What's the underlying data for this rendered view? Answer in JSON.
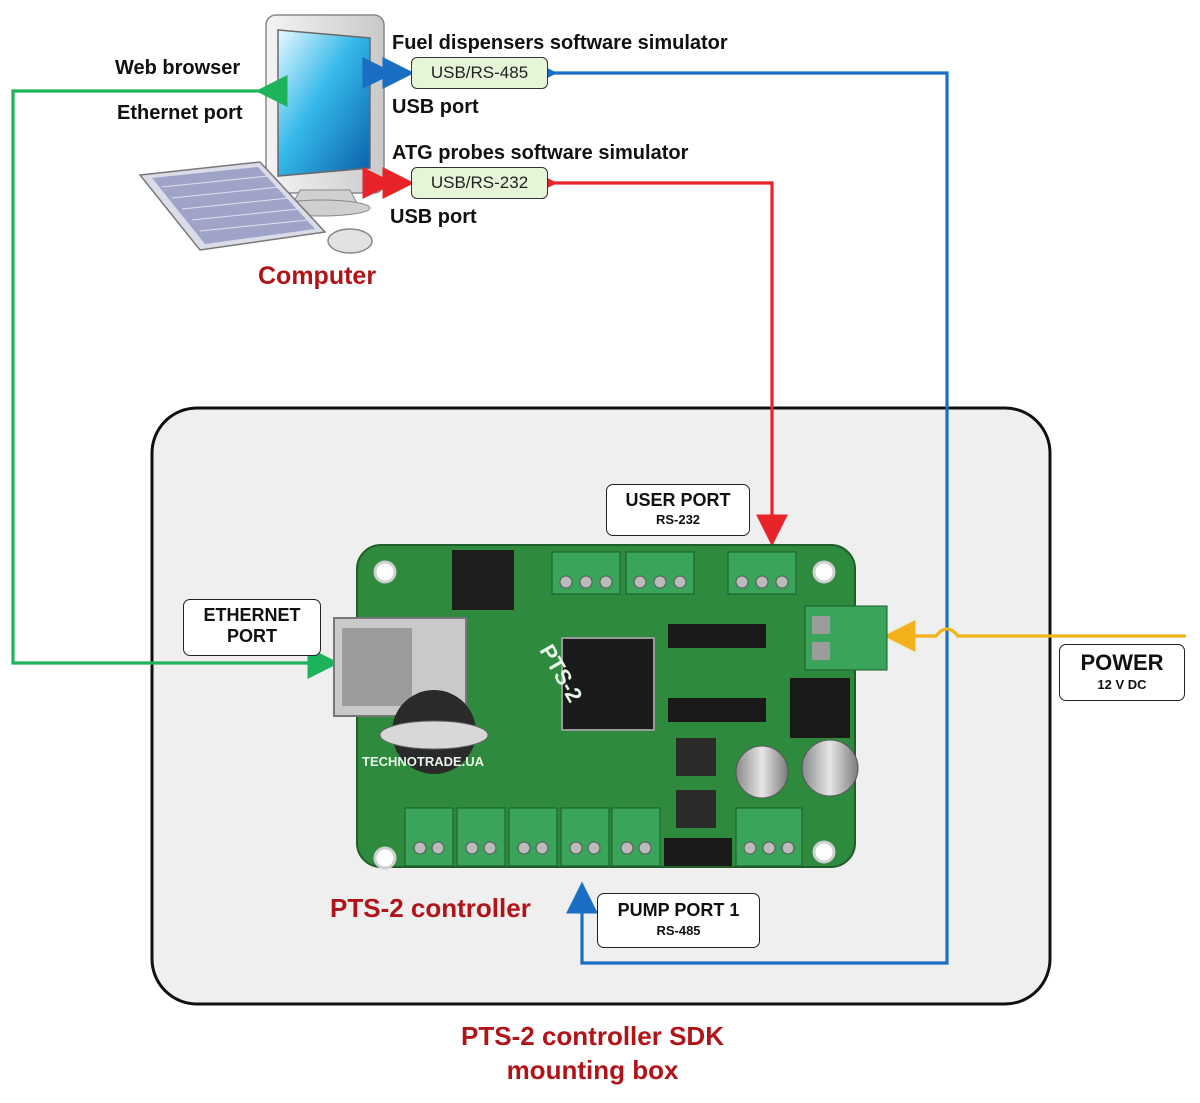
{
  "computer": {
    "title": "Computer",
    "web_browser": "Web browser",
    "ethernet_port": "Ethernet port"
  },
  "simulators": [
    {
      "title": "Fuel dispensers software simulator",
      "box": "USB/RS-485",
      "port": "USB port"
    },
    {
      "title": "ATG probes software simulator",
      "box": "USB/RS-232",
      "port": "USB port"
    }
  ],
  "controller": {
    "title": "PTS-2 controller",
    "board_silk": "PTS-2",
    "board_brand": "TECHNOTRADE.UA",
    "ethernet_label_line1": "ETHERNET",
    "ethernet_label_line2": "PORT",
    "user_port": {
      "title": "USER PORT",
      "sub": "RS-232"
    },
    "pump_port": {
      "title": "PUMP PORT 1",
      "sub": "RS-485"
    }
  },
  "power": {
    "title": "POWER",
    "sub": "12 V DC"
  },
  "mounting_box": {
    "line1": "PTS-2 controller SDK",
    "line2": "mounting box"
  },
  "colors": {
    "ethernet_line": "#1db35a",
    "rs485_line": "#1a6fc4",
    "rs232_line": "#e8232a",
    "power_line": "#f2b21a",
    "board": "#2e8b3e",
    "title_red": "#b01418"
  }
}
